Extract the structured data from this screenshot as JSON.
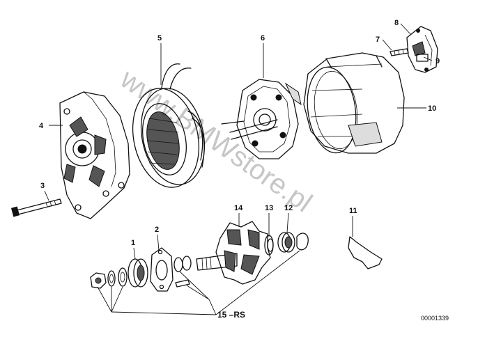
{
  "diagram": {
    "callouts": [
      {
        "id": "1",
        "text": "1"
      },
      {
        "id": "2",
        "text": "2"
      },
      {
        "id": "3",
        "text": "3"
      },
      {
        "id": "4",
        "text": "4"
      },
      {
        "id": "5",
        "text": "5"
      },
      {
        "id": "6",
        "text": "6"
      },
      {
        "id": "7",
        "text": "7"
      },
      {
        "id": "8",
        "text": "8"
      },
      {
        "id": "9",
        "text": "9"
      },
      {
        "id": "10",
        "text": "10"
      },
      {
        "id": "11",
        "text": "11"
      },
      {
        "id": "12",
        "text": "12"
      },
      {
        "id": "13",
        "text": "13"
      },
      {
        "id": "14",
        "text": "14"
      },
      {
        "id": "15",
        "text": "15 –RS"
      }
    ],
    "reference_number": "00001339",
    "watermark": "www.BMWstore.pl"
  }
}
